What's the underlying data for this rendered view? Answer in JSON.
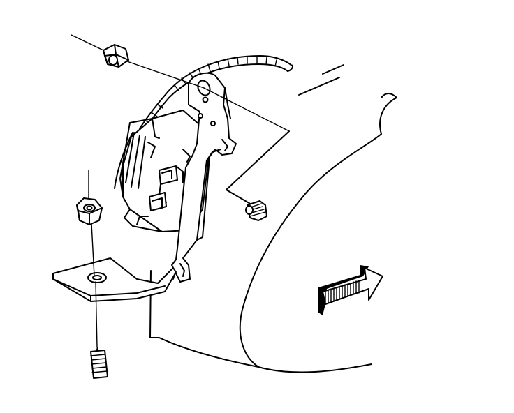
{
  "figure": {
    "kind": "exploded installation illustration",
    "background_color": "#ffffff",
    "line_color": "#000000",
    "parts": [
      {
        "name": "upper-retaining-nut",
        "icon": "hex-nut-icon"
      },
      {
        "name": "lower-retaining-nut",
        "icon": "hex-nut-icon"
      },
      {
        "name": "mounting-stud-fender",
        "icon": "threaded-stud-icon"
      },
      {
        "name": "mounting-stud-bottom",
        "icon": "threaded-stud-icon"
      },
      {
        "name": "module-with-bracket",
        "icon": "electronic-module-icon"
      },
      {
        "name": "wiring-conduit",
        "icon": "wire-loom-icon"
      },
      {
        "name": "vehicle-body-panel",
        "icon": "body-panel-icon"
      },
      {
        "name": "front-of-vehicle-arrow",
        "icon": "direction-arrow-icon"
      }
    ]
  }
}
